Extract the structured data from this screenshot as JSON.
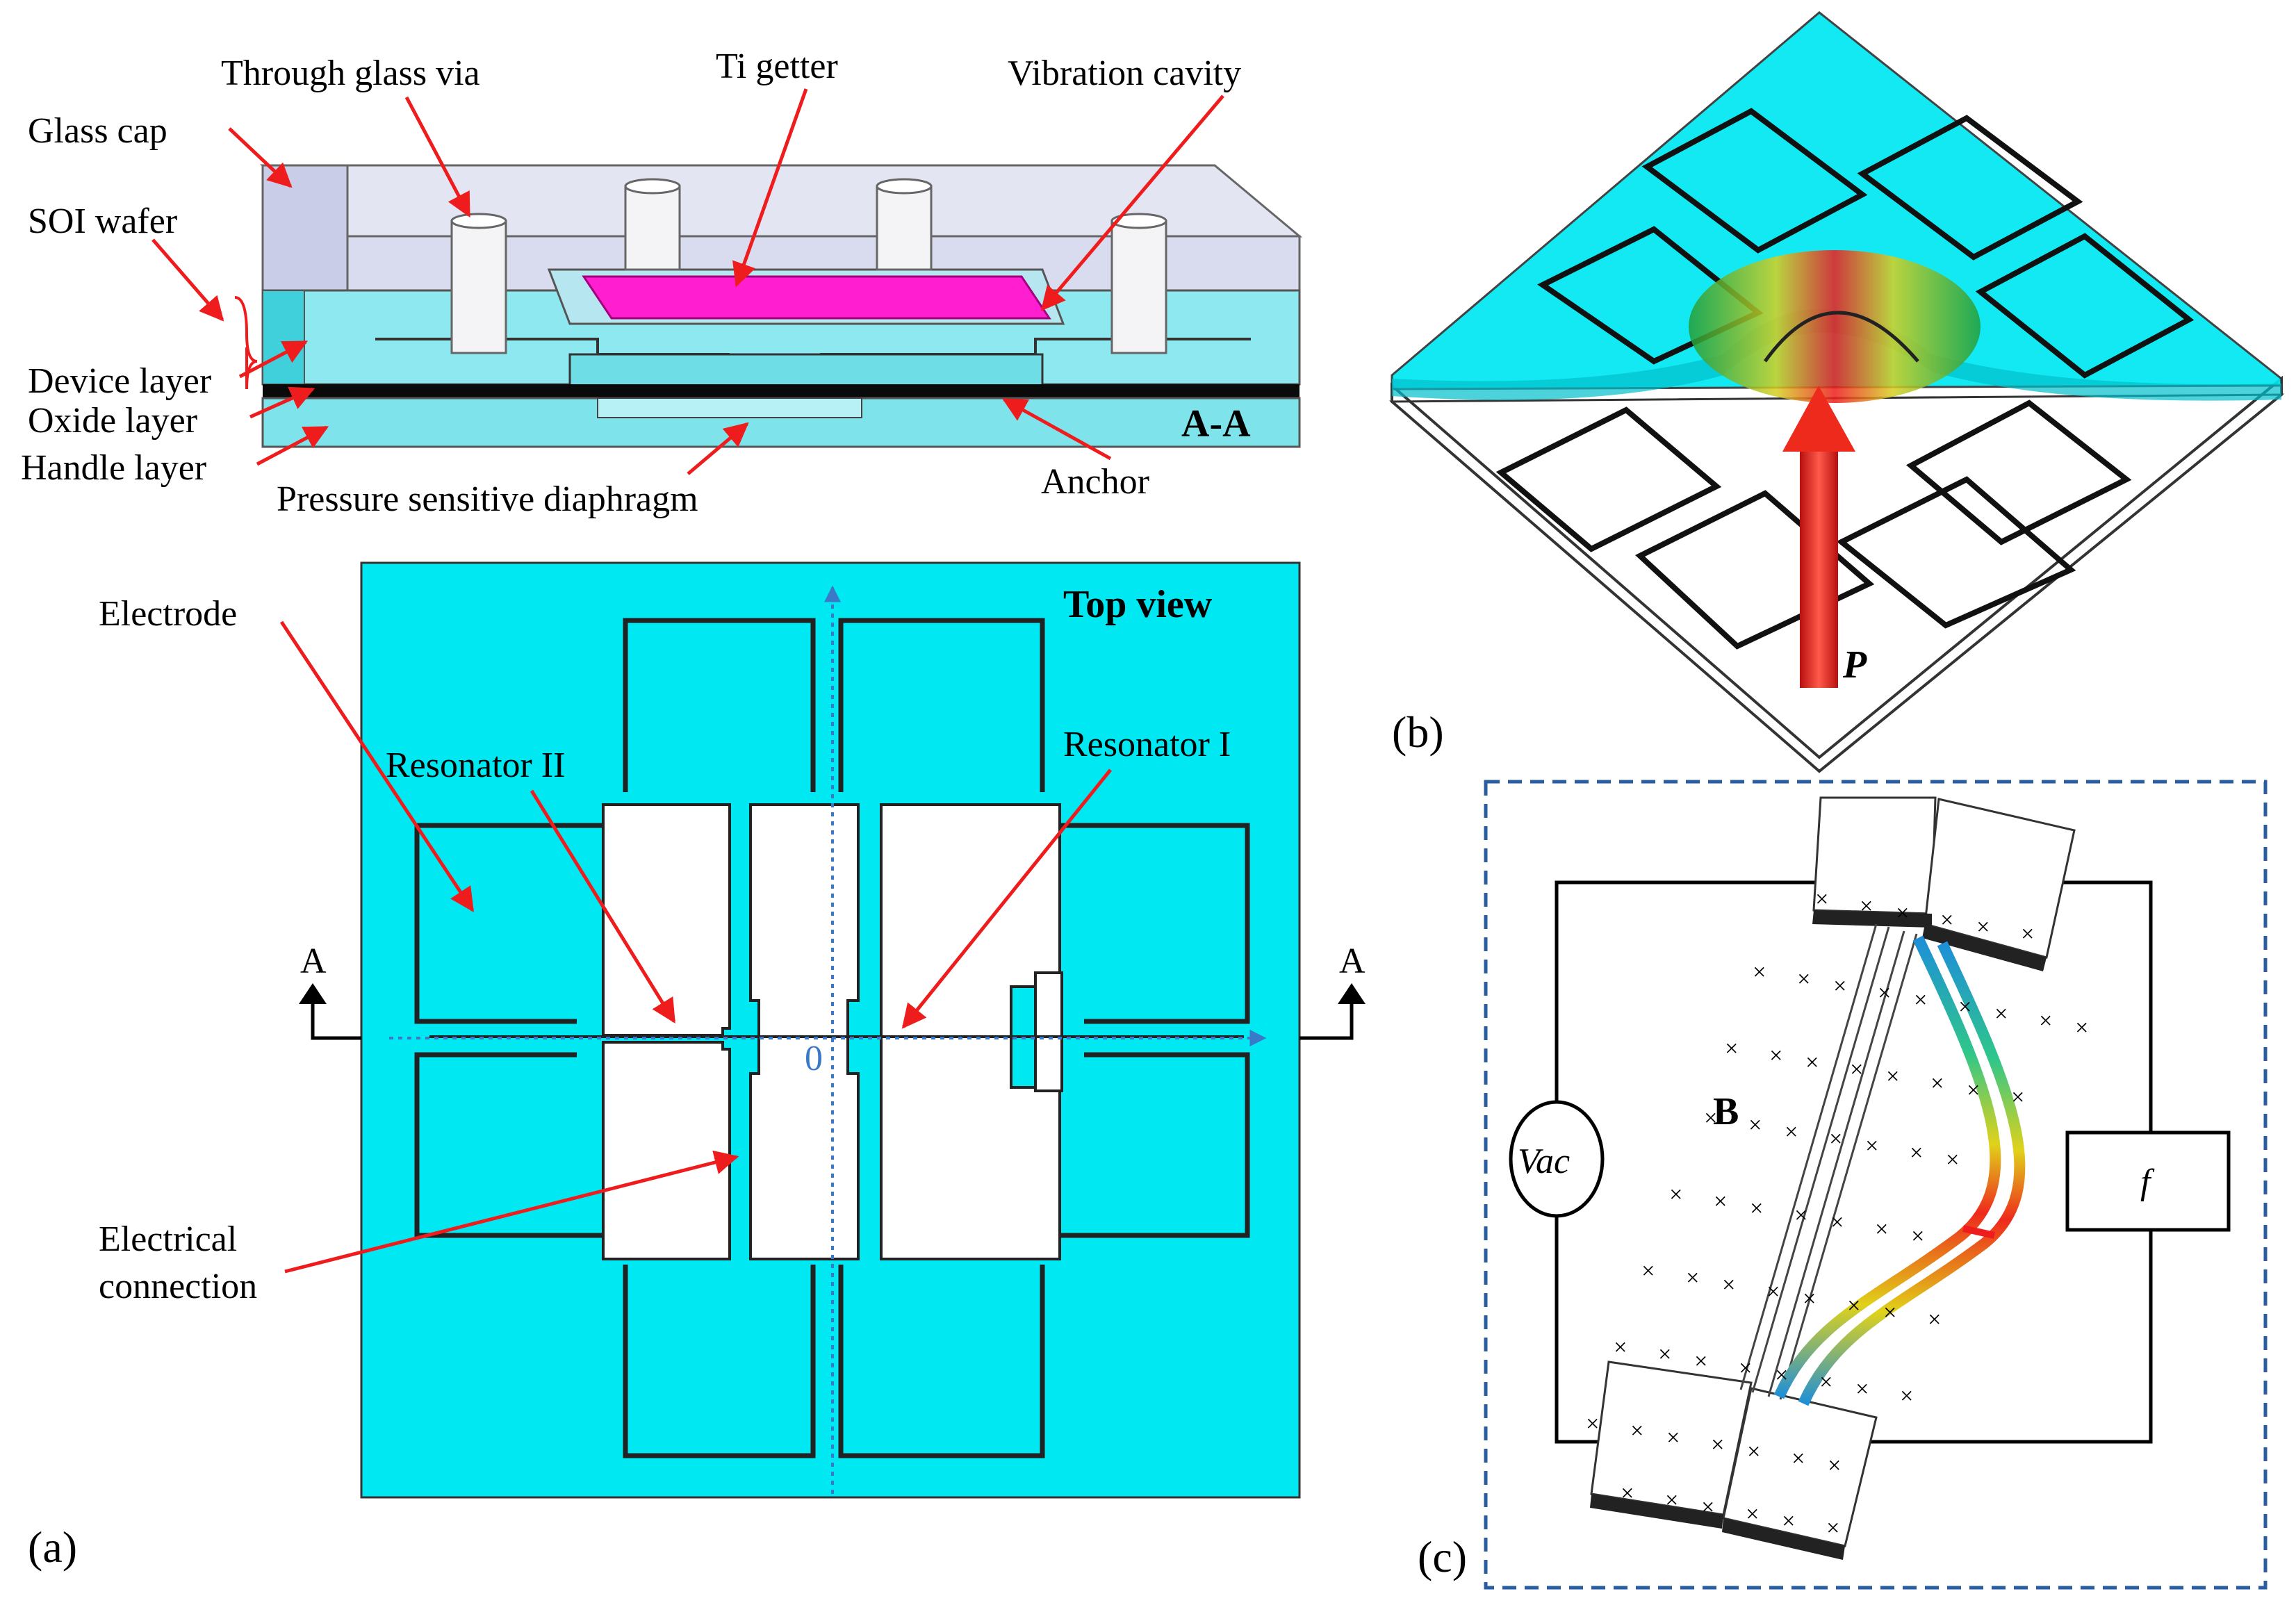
{
  "colors": {
    "cyan": "#00e8f2",
    "cyan_light": "#8ee8ef",
    "glass": "#c9cde8",
    "magenta": "#ff1fd0",
    "arrow": "#ee1c1c",
    "axis_blue": "#3a78c8",
    "frame_blue": "#2a5d9f"
  },
  "panel_a": {
    "section_labels": {
      "through_glass_via": "Through  glass via",
      "ti_getter": "Ti getter",
      "vibration_cavity": "Vibration cavity",
      "glass_cap": "Glass cap",
      "soi_wafer": "SOI wafer",
      "device_layer": "Device layer",
      "oxide_layer": "Oxide layer",
      "handle_layer": "Handle layer",
      "pressure_sensitive_diaphragm": "Pressure  sensitive diaphragm",
      "anchor": "Anchor",
      "section_tag": "A-A"
    },
    "top_labels": {
      "title": "Top view",
      "electrode": "Electrode",
      "resonator_ii": "Resonator  II",
      "resonator_i": "Resonator  I",
      "electrical_connection_1": "Electrical",
      "electrical_connection_2": "connection",
      "section_a_left": "A",
      "section_a_right": "A",
      "origin": "0"
    },
    "panel_label": "(a)"
  },
  "panel_b": {
    "pressure_label": "P",
    "panel_label": "(b)"
  },
  "panel_c": {
    "field_label": "B",
    "source_label": "Vac",
    "counter_label": "f",
    "cross_mark": "×",
    "panel_label": "(c)"
  }
}
